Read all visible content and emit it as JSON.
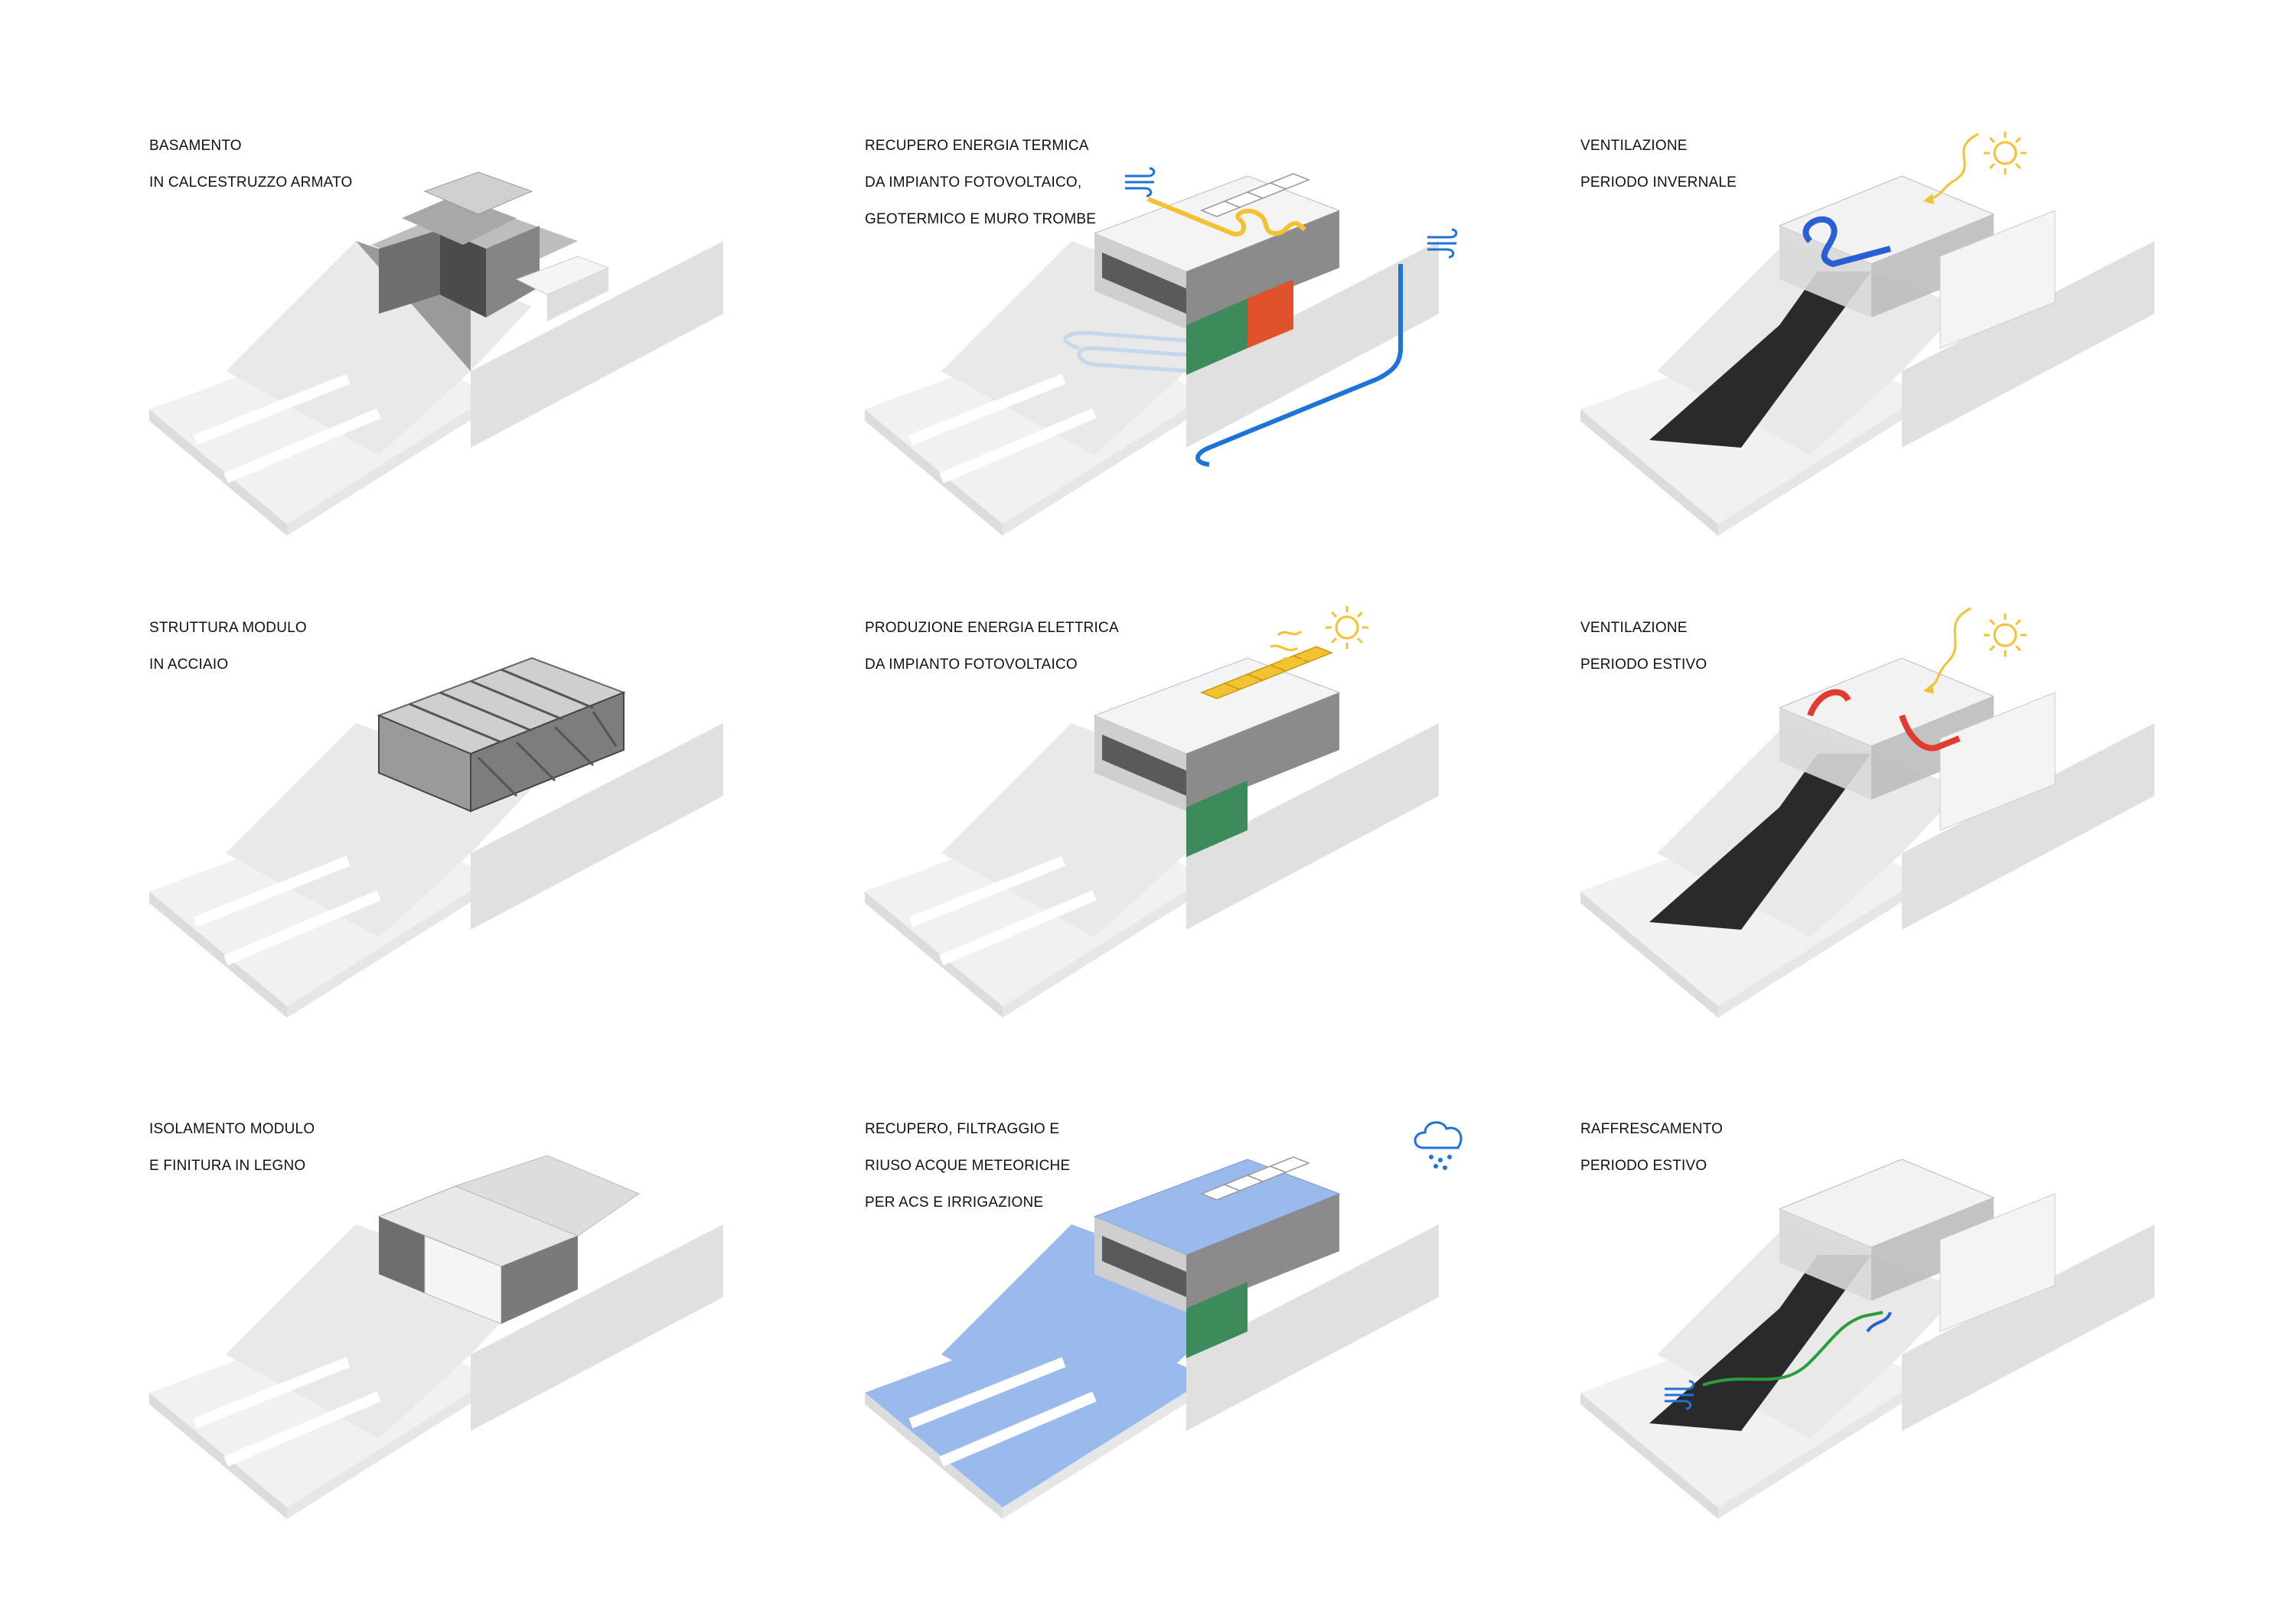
{
  "panels": [
    {
      "id": "p1",
      "lines": [
        "BASAMENTO",
        "IN CALCESTRUZZO ARMATO"
      ]
    },
    {
      "id": "p2",
      "lines": [
        "RECUPERO ENERGIA TERMICA",
        "DA IMPIANTO FOTOVOLTAICO,",
        "GEOTERMICO E MURO TROMBE"
      ]
    },
    {
      "id": "p3",
      "lines": [
        "VENTILAZIONE",
        "PERIODO INVERNALE"
      ]
    },
    {
      "id": "p4",
      "lines": [
        "STRUTTURA MODULO",
        "IN ACCIAIO"
      ]
    },
    {
      "id": "p5",
      "lines": [
        "PRODUZIONE ENERGIA ELETTRICA",
        "DA IMPIANTO FOTOVOLTAICO"
      ]
    },
    {
      "id": "p6",
      "lines": [
        "VENTILAZIONE",
        "PERIODO ESTIVO"
      ]
    },
    {
      "id": "p7",
      "lines": [
        "ISOLAMENTO MODULO",
        "E FINITURA IN LEGNO"
      ]
    },
    {
      "id": "p8",
      "lines": [
        "RECUPERO, FILTRAGGIO E",
        "RIUSO ACQUE METEORICHE",
        "PER ACS E IRRIGAZIONE"
      ]
    },
    {
      "id": "p9",
      "lines": [
        "RAFFRESCAMENTO",
        "PERIODO ESTIVO"
      ]
    }
  ],
  "icons": {
    "sun": "sun-icon",
    "wind": "wind-icon",
    "cloud_rain": "rain-cloud-icon"
  },
  "colors": {
    "photovoltaic": "#f2c232",
    "geothermal": "#1e73d8",
    "trombe_wall": "#e0522b",
    "green_module": "#3d8a5b",
    "water": "#9ab9ec",
    "warm_air": "#e23b2f",
    "cool_air": "#2a9c3a",
    "winter_air": "#2a5fd4",
    "sun": "#f2c232"
  }
}
